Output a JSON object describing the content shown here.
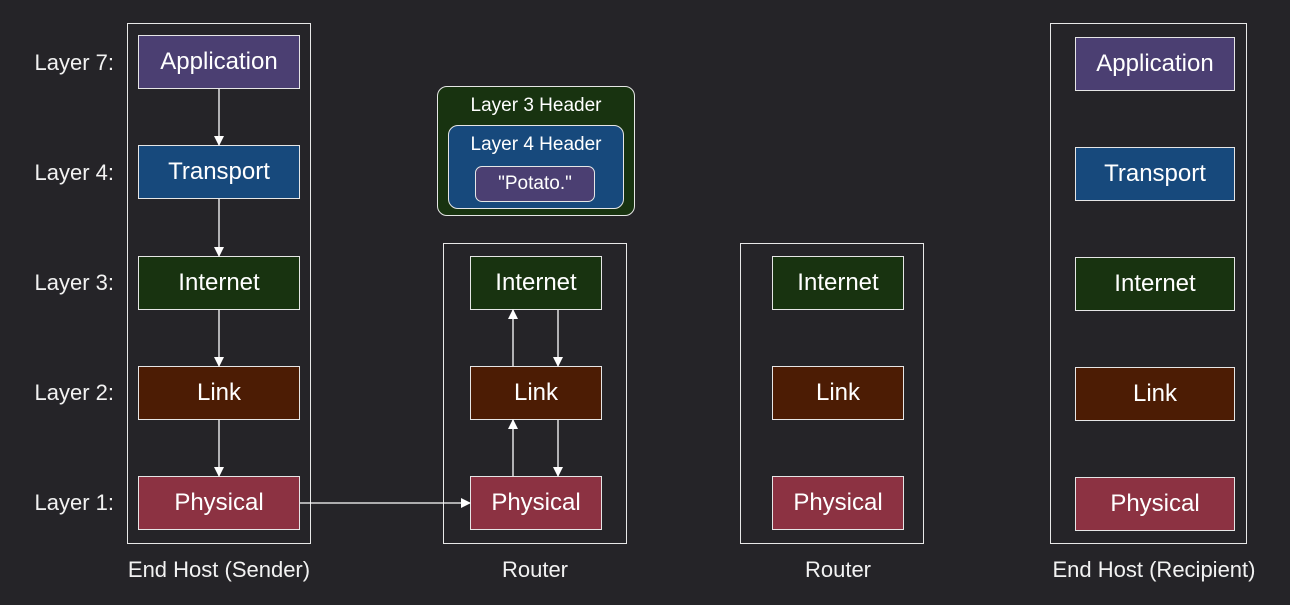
{
  "layer_labels": {
    "l7": "Layer 7:",
    "l4": "Layer 4:",
    "l3": "Layer 3:",
    "l2": "Layer 2:",
    "l1": "Layer 1:"
  },
  "sender": {
    "caption": "End Host (Sender)",
    "application": "Application",
    "transport": "Transport",
    "internet": "Internet",
    "link": "Link",
    "physical": "Physical"
  },
  "router1": {
    "caption": "Router",
    "internet": "Internet",
    "link": "Link",
    "physical": "Physical"
  },
  "router2": {
    "caption": "Router",
    "internet": "Internet",
    "link": "Link",
    "physical": "Physical"
  },
  "recipient": {
    "caption": "End Host (Recipient)",
    "application": "Application",
    "transport": "Transport",
    "internet": "Internet",
    "link": "Link",
    "physical": "Physical"
  },
  "packet": {
    "layer3_header": "Layer 3 Header",
    "layer4_header": "Layer 4 Header",
    "payload": "\"Potato.\""
  },
  "colors": {
    "background": "#252428",
    "application": "#4b3f72",
    "transport": "#17497c",
    "internet": "#183310",
    "link": "#4c1c04",
    "physical": "#8c3242"
  }
}
